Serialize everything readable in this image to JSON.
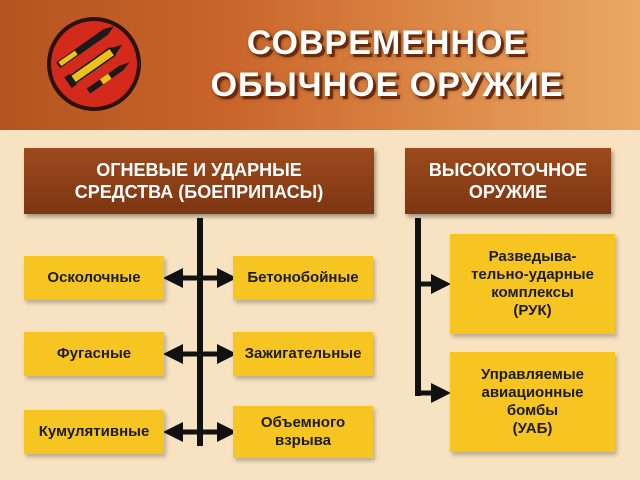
{
  "title": {
    "line1": "СОВРЕМЕННОЕ",
    "line2": "ОБЫЧНОЕ ОРУЖИЕ"
  },
  "left_group": {
    "header": "ОГНЕВЫЕ И УДАРНЫЕ\nСРЕДСТВА (БОЕПРИПАСЫ)",
    "items": [
      "Осколочные",
      "Бетонобойные",
      "Фугасные",
      "Зажигательные",
      "Кумулятивные",
      "Объемного\nвзрыва"
    ]
  },
  "right_group": {
    "header": "ВЫСОКОТОЧНОЕ\nОРУЖИЕ",
    "items": [
      "Разведыва-\nтельно-ударные\nкомплексы\n(РУК)",
      "Управляемые\nавиационные\nбомбы\n(УАБ)"
    ]
  },
  "colors": {
    "header_bg": "#c9642a",
    "brown_box": "#8a3f16",
    "yellow_box": "#f7c521",
    "background": "#f7e3c2",
    "arrow": "#111111"
  },
  "icons": [
    "weapons-logo-icon"
  ]
}
